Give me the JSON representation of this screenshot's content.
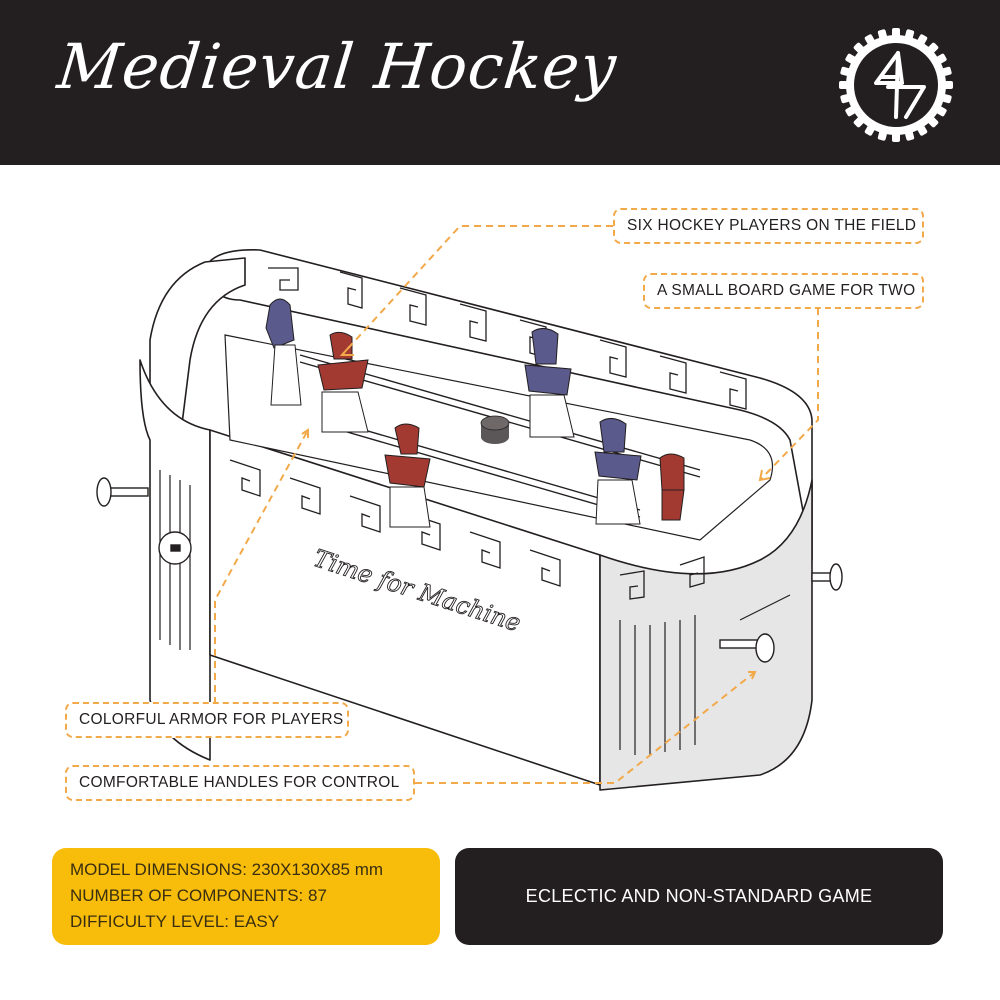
{
  "header": {
    "title": "Medieval Hockey",
    "logo_text": "4T"
  },
  "model": {
    "engraving": "Time for Machine"
  },
  "callouts": [
    {
      "id": "players",
      "text": "SIX HOCKEY PLAYERS ON THE FIELD"
    },
    {
      "id": "board-game",
      "text": "A SMALL BOARD GAME FOR TWO"
    },
    {
      "id": "armor",
      "text": "COLORFUL ARMOR FOR PLAYERS"
    },
    {
      "id": "handles",
      "text": "COMFORTABLE HANDLES FOR CONTROL"
    }
  ],
  "specs": {
    "dimensions": "MODEL DIMENSIONS: 230X130X85 mm",
    "components": "NUMBER OF COMPONENTS: 87",
    "difficulty": "DIFFICULTY LEVEL: EASY"
  },
  "tagline": "ECLECTIC AND NON-STANDARD GAME",
  "colors": {
    "dark": "#231f20",
    "accent_yellow": "#f7bd0a",
    "callout_orange": "#f2a94a",
    "team_red": "#a33a32",
    "team_blue": "#5a5a8c",
    "puck": "#5b5657"
  }
}
